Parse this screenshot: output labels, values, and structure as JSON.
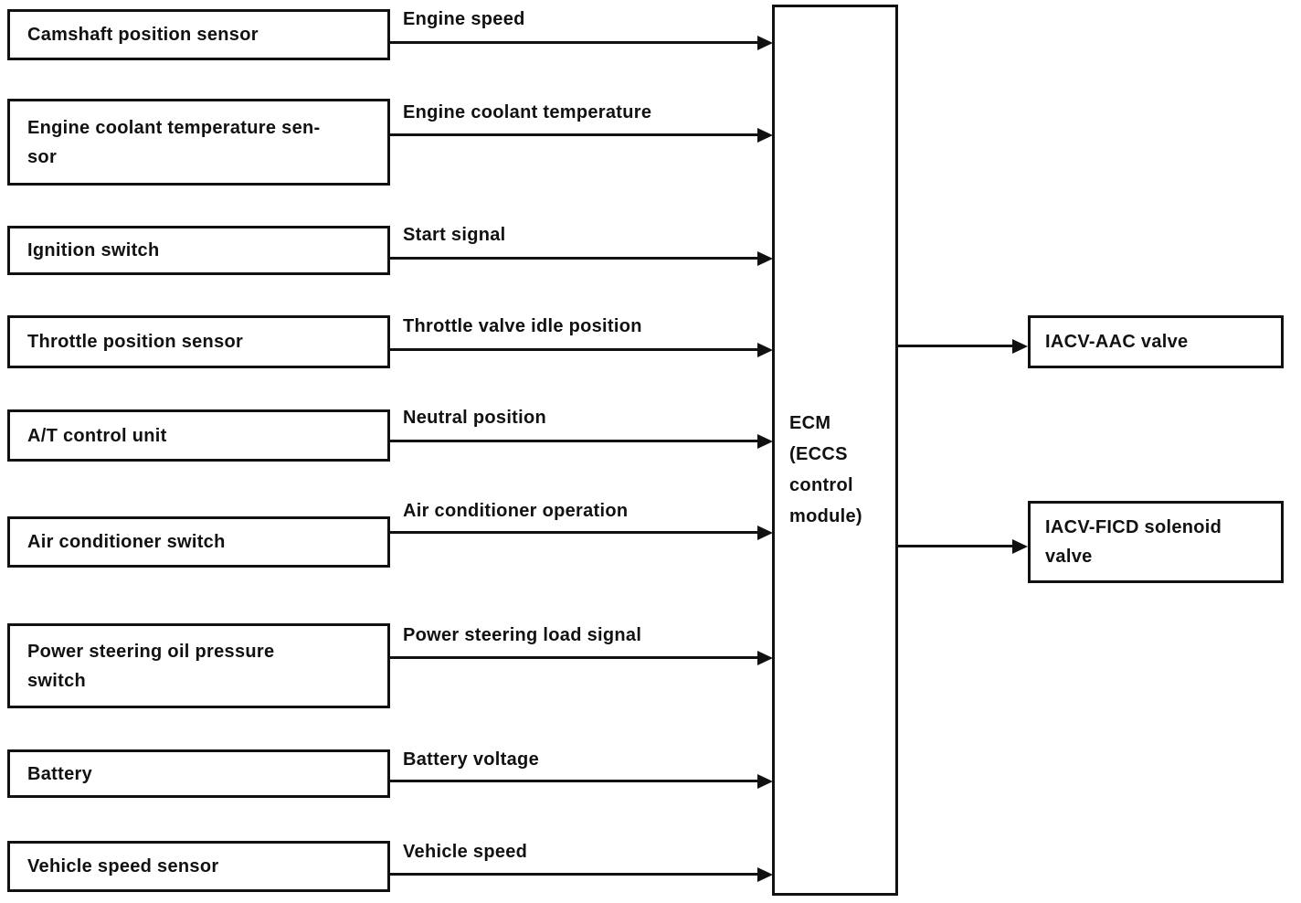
{
  "ecm": {
    "label": "ECM\n(ECCS\ncontrol\nmodule)"
  },
  "inputs": [
    {
      "source": "Camshaft position sensor",
      "signal": "Engine speed"
    },
    {
      "source": "Engine coolant temperature sen-\nsor",
      "signal": "Engine coolant temperature"
    },
    {
      "source": "Ignition switch",
      "signal": "Start signal"
    },
    {
      "source": "Throttle position sensor",
      "signal": "Throttle valve idle position"
    },
    {
      "source": "A/T control unit",
      "signal": "Neutral position"
    },
    {
      "source": "Air conditioner switch",
      "signal": "Air conditioner operation"
    },
    {
      "source": "Power steering oil pressure\nswitch",
      "signal": "Power steering load signal"
    },
    {
      "source": "Battery",
      "signal": "Battery voltage"
    },
    {
      "source": "Vehicle speed sensor",
      "signal": "Vehicle speed"
    }
  ],
  "outputs": [
    {
      "label": "IACV-AAC valve"
    },
    {
      "label": "IACV-FICD solenoid\nvalve"
    }
  ],
  "colors": {
    "ink": "#111111",
    "background": "#ffffff"
  }
}
